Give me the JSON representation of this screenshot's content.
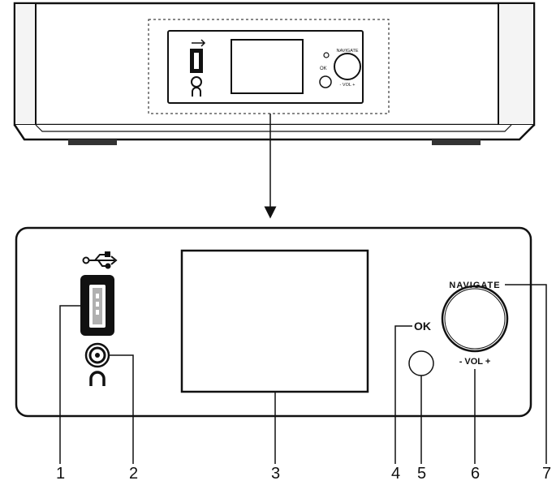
{
  "device_front": {
    "ok_label": "OK",
    "navigate_label": "NAVIGATE",
    "vol_label": "- VOL +"
  },
  "detail_panel": {
    "ok_label": "OK",
    "navigate_label": "NAVIGATE",
    "vol_label": "- VOL +"
  },
  "callouts": [
    "1",
    "2",
    "3",
    "4",
    "5",
    "6",
    "7"
  ],
  "icons": [
    "usb-symbol-icon",
    "usb-port-icon",
    "headphone-jack-icon",
    "headphone-symbol-icon",
    "display-screen-icon",
    "ok-button-icon",
    "navigate-volume-knob-icon"
  ]
}
